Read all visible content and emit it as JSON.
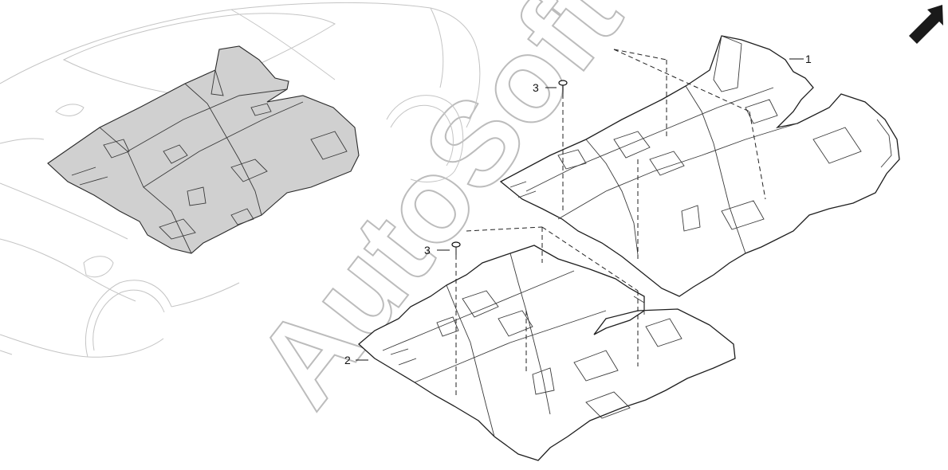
{
  "diagram": {
    "watermark_text": "AutoSoft",
    "callouts": {
      "carpet_front": "1",
      "carpet_rear": "2",
      "clip_upper": "3",
      "clip_lower": "3"
    },
    "icons": {
      "orientation": "front-direction-arrow-icon"
    },
    "colors": {
      "highlight_fill": "#d0d0d0",
      "line": "#1e1e1e",
      "car_outline": "#c4c4c4"
    }
  }
}
